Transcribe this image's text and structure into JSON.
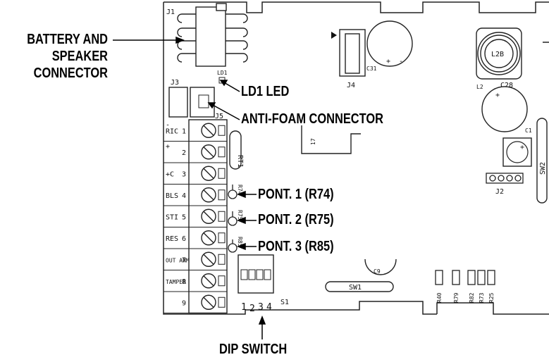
{
  "callouts": {
    "battery_line1": "BATTERY AND",
    "battery_line2": "SPEAKER",
    "battery_line3": "CONNECTOR",
    "ld1": "LD1 LED",
    "antifoam": "ANTI-FOAM CONNECTOR",
    "pont1": "PONT. 1 (R74)",
    "pont2": "PONT. 2 (R75)",
    "pont3": "PONT. 3 (R85)",
    "dip": "DIP SWITCH"
  },
  "board_labels": {
    "j1": "J1",
    "j3": "J3",
    "j5": "J5",
    "j4": "J4",
    "j2": "J2",
    "ld1": "LD1",
    "c31": "C31",
    "l2b": "L2B",
    "l2": "L2",
    "c28": "C28",
    "c1": "C1",
    "sw2": "SW2",
    "rt1": "RT1",
    "c9": "C9",
    "sw1": "SW1",
    "s1": "S1",
    "r74": "R74",
    "r75": "R75",
    "r85": "R85",
    "r40": "R40",
    "r79": "R79",
    "r82": "R82",
    "r73": "R73",
    "r25": "R25",
    "seventeen": "17",
    "plus": "+",
    "minus": "-"
  },
  "terminals": [
    {
      "label": "RIC",
      "num": "1",
      "sign": "-"
    },
    {
      "label": "",
      "num": "2",
      "sign": "+"
    },
    {
      "label": "+C",
      "num": "3",
      "sign": ""
    },
    {
      "label": "BLS",
      "num": "4",
      "sign": ""
    },
    {
      "label": "STI",
      "num": "5",
      "sign": ""
    },
    {
      "label": "RES",
      "num": "6",
      "sign": ""
    },
    {
      "label": "OUT ANM",
      "num": "7",
      "sign": ""
    },
    {
      "label": "TAMPER",
      "num": "8",
      "sign": ""
    },
    {
      "label": "",
      "num": "9",
      "sign": ""
    }
  ],
  "dip_numbers": [
    "1",
    "2",
    "3",
    "4"
  ]
}
